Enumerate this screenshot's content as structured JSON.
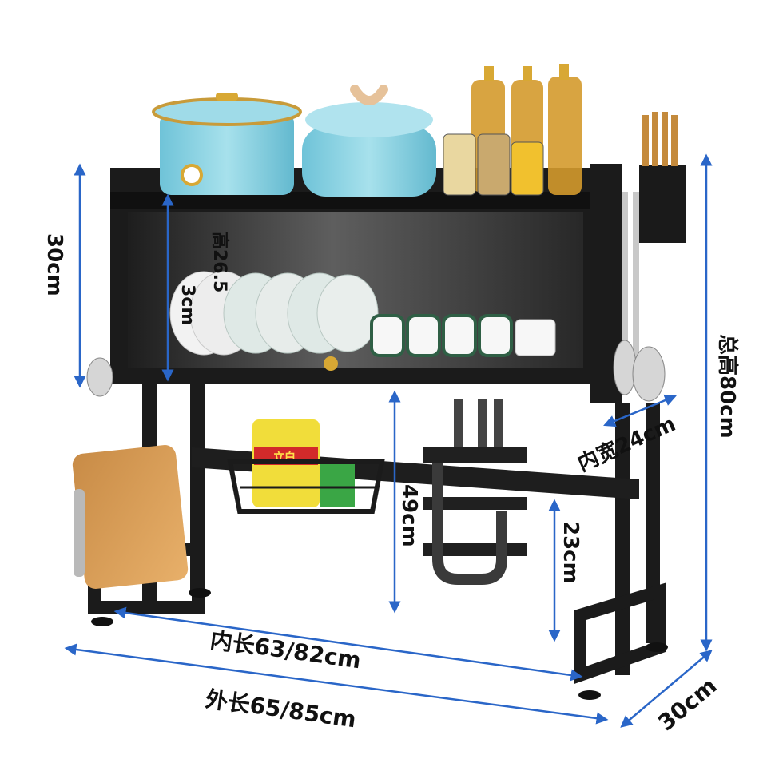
{
  "dimensions": {
    "top_height": "30cm",
    "plate_area_height": "高26.5",
    "plate_area_depth": "3cm",
    "total_height": "总高80cm",
    "inner_width": "内宽24cm",
    "middle_clearance": "49cm",
    "lower_clearance": "23cm",
    "inner_length": "内长63/82cm",
    "outer_length": "外长65/85cm",
    "depth": "30cm"
  },
  "product_label": {
    "bottle_brand": "立白"
  },
  "colors": {
    "dimension_line": "#2a66c8",
    "frame": "#1b1b1b",
    "panel": "#2c2c2c",
    "pot_blue": "#86cfe0",
    "wood": "#d59a52",
    "gold": "#d8a834",
    "bottle_yellow": "#f1dd3a"
  },
  "icons": [
    "dish-rack",
    "pot",
    "bottles",
    "knife-holder",
    "cutting-board",
    "basket",
    "utensils"
  ]
}
